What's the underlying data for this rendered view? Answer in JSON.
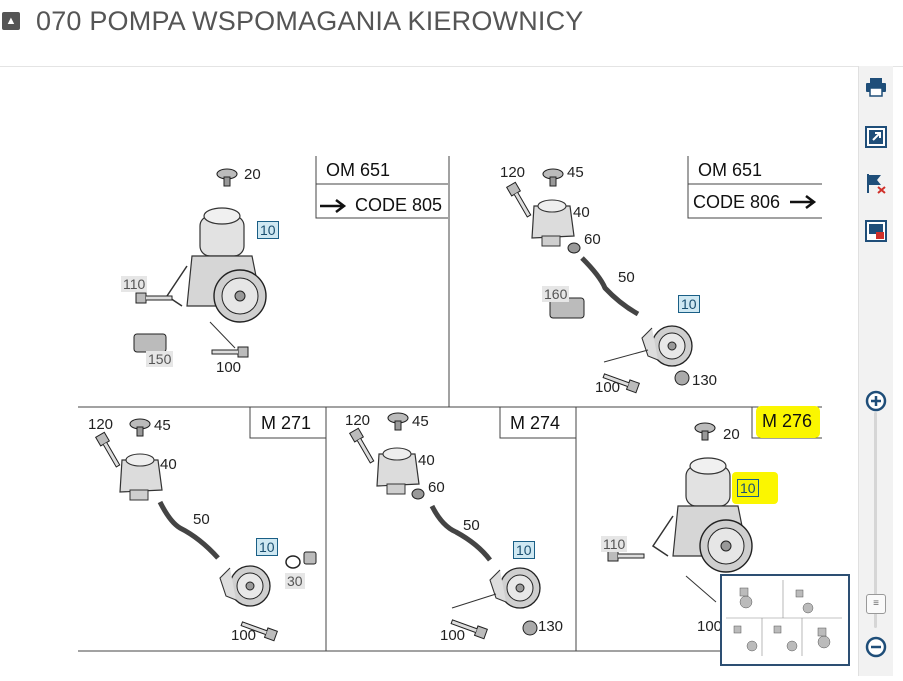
{
  "header": {
    "collapse_icon": "chevron-up-icon",
    "title": "070 POMPA WSPOMAGANIA KIEROWNICY"
  },
  "toolbar": {
    "icons": [
      "print-icon",
      "open-external-icon",
      "clear-flags-icon",
      "fit-window-icon"
    ]
  },
  "zoom": {
    "in_icon": "zoom-in-icon",
    "out_icon": "zoom-out-icon",
    "handle_glyph": "≡",
    "level": 0.92
  },
  "diagram": {
    "panel1": {
      "engine": "OM 651",
      "code": "CODE 805",
      "labels": [
        "20",
        "10",
        "110",
        "150",
        "100"
      ]
    },
    "panel2": {
      "engine": "OM 651",
      "code": "CODE 806",
      "labels": [
        "120",
        "45",
        "40",
        "60",
        "50",
        "160",
        "10",
        "100",
        "130"
      ]
    },
    "panel3": {
      "engine": "M 271",
      "labels": [
        "120",
        "45",
        "40",
        "50",
        "10",
        "30",
        "100"
      ]
    },
    "panel4": {
      "engine": "M 274",
      "labels": [
        "120",
        "45",
        "40",
        "60",
        "50",
        "10",
        "100",
        "130"
      ]
    },
    "panel5": {
      "engine": "M 276",
      "labels": [
        "20",
        "10",
        "110",
        "100"
      ]
    }
  },
  "colors": {
    "ref_blue": "#cfe8f2",
    "ref_border": "#1a5f86",
    "highlight": "#f6f300",
    "accent": "#1f4e79"
  }
}
